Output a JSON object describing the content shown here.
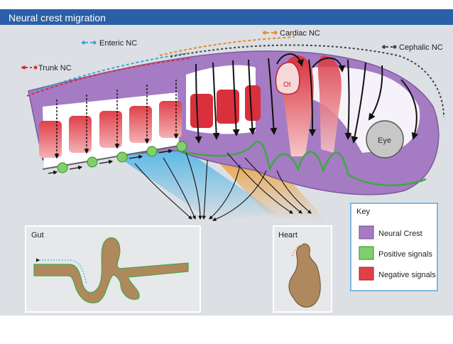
{
  "header": {
    "title": "Neural crest migration"
  },
  "streams": {
    "trunk": "Trunk NC",
    "enteric": "Enteric NC",
    "cardiac": "Cardiac NC",
    "cephalic": "Cephalic NC"
  },
  "structures": {
    "ot": "Ot",
    "eye": "Eye"
  },
  "insets": {
    "gut": "Gut",
    "heart": "Heart"
  },
  "key": {
    "title": "Key",
    "items": [
      {
        "label": "Neural Crest",
        "color": "#a57bc4"
      },
      {
        "label": "Positive signals",
        "color": "#7fd06a"
      },
      {
        "label": "Negative signals",
        "color": "#e0404a"
      }
    ]
  },
  "colors": {
    "header_bg": "#2b5fa8",
    "panel_bg": "#dcdfe4",
    "trunk": "#d9303b",
    "enteric": "#3aa6dc",
    "cardiac": "#e88a2a",
    "cephalic": "#444444",
    "tissue": "#b0885d"
  }
}
